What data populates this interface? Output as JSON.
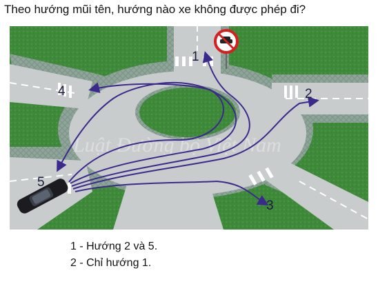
{
  "question": "Theo hướng mũi tên, hướng nào xe không được phép đi?",
  "direction_labels": {
    "d1": "1",
    "d2": "2",
    "d3": "3",
    "d4": "4",
    "d5": "5"
  },
  "watermark": "Luật Đường bộ Việt Nam",
  "answers": [
    "1 - Hướng 2 và 5.",
    "2 - Chỉ hướng 1."
  ],
  "colors": {
    "grass": "#3f8a3a",
    "road": "#c8cccd",
    "arrow": "#3b2a8c",
    "sign_border": "#d42020"
  },
  "icons": {
    "sign": "no-cars-sign-icon",
    "car": "car-icon"
  }
}
